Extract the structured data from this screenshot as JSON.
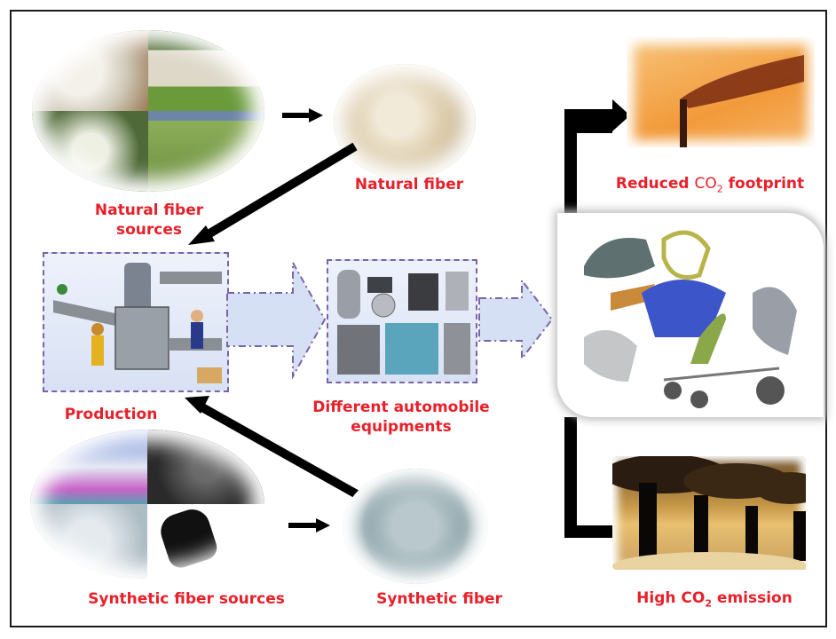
{
  "diagram": {
    "title": "Natural vs synthetic fiber flow into automobile equipment and CO2 outcomes",
    "nodes": {
      "natural_sources": {
        "label_line1": "Natural fiber",
        "label_line2": "sources",
        "icon": "cotton-sheep-silkworm-grass-collage"
      },
      "natural_fiber": {
        "label": "Natural fiber",
        "icon": "wool-fiber-image"
      },
      "production": {
        "label": "Production",
        "icon": "assembly-line-illustration"
      },
      "equipment": {
        "label_line1": "Different automobile",
        "label_line2": "equipments",
        "icon": "car-parts-collage"
      },
      "car_diagram": {
        "icon": "exploded-car-components-diagram"
      },
      "reduced_co2": {
        "label_pre": "Reduced ",
        "label_co": "CO",
        "label_sub": "2",
        "label_post": " footprint",
        "icon": "single-smokestack-image"
      },
      "high_co2": {
        "label_pre": "High ",
        "label_co": "CO",
        "label_sub": "2",
        "label_post": " emission",
        "icon": "multiple-smokestacks-image"
      },
      "synthetic_sources": {
        "label": "Synthetic fiber sources",
        "icon": "chemicals-coal-limestone-oil-collage"
      },
      "synthetic_fiber": {
        "label": "Synthetic fiber",
        "icon": "synthetic-fiber-image"
      }
    },
    "edges": [
      {
        "from": "natural_sources",
        "to": "natural_fiber"
      },
      {
        "from": "natural_fiber",
        "to": "production"
      },
      {
        "from": "synthetic_sources",
        "to": "synthetic_fiber"
      },
      {
        "from": "synthetic_fiber",
        "to": "production"
      },
      {
        "from": "production",
        "to": "equipment"
      },
      {
        "from": "equipment",
        "to": "car_diagram"
      },
      {
        "from": "car_diagram",
        "to": "reduced_co2"
      },
      {
        "from": "car_diagram",
        "to": "high_co2"
      }
    ],
    "colors": {
      "label": "#e8202a",
      "arrow": "#000000",
      "dash_border": "#7a63a8",
      "box_fill": "#dce4f5"
    }
  }
}
